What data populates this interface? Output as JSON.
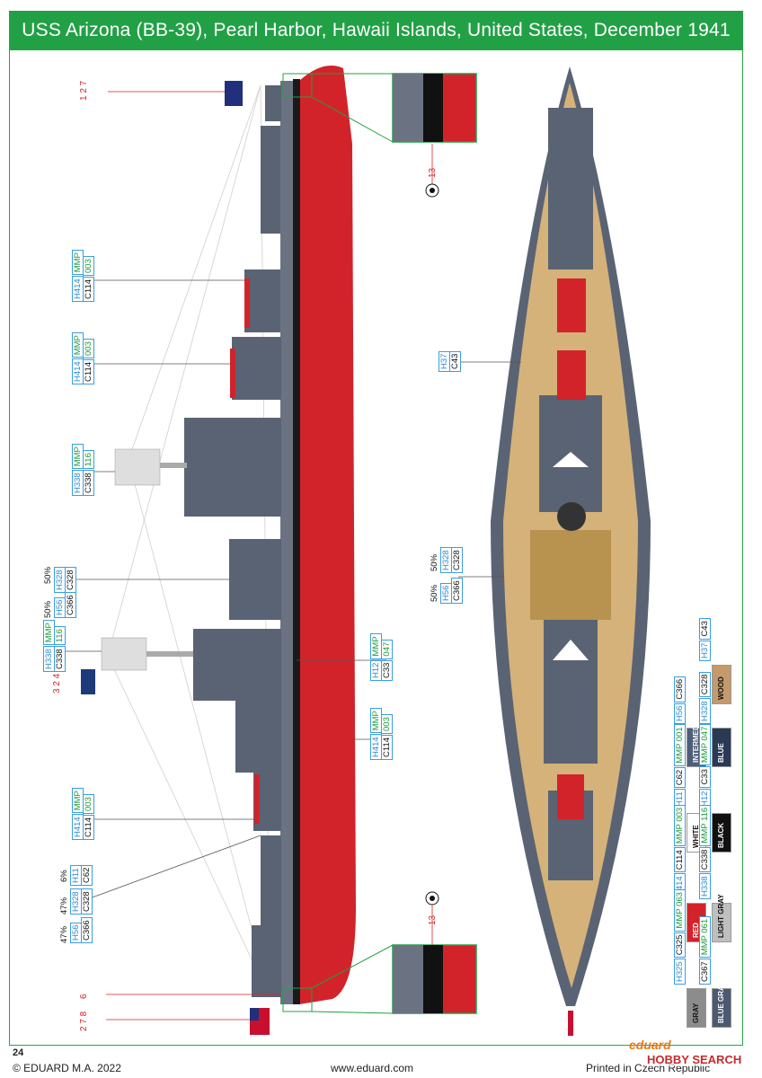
{
  "title": "USS Arizona (BB-39), Pearl Harbor, Hawaii Islands, United States, December 1941",
  "page_number": "24",
  "footer": {
    "copyright": "© EDUARD M.A. 2022",
    "website": "www.eduard.com",
    "printed": "Printed in Czech Republic",
    "brand": "eduard",
    "watermark": "HOBBY SEARCH"
  },
  "callouts": {
    "h414": "H414",
    "c114": "C114",
    "mmp": "MMP",
    "mmp003": "003",
    "h338": "H338",
    "c338": "C338",
    "mmp116": "116",
    "h12": "H12",
    "c33": "C33",
    "mmp047": "047",
    "h37": "H37",
    "c43": "C43",
    "h328": "H328",
    "c328": "C328",
    "h56": "H56",
    "c366": "C366",
    "h11": "H11",
    "c62": "C62",
    "p50a": "50%",
    "p50b": "50%",
    "p50c": "50%",
    "p50d": "50%",
    "p47a": "47%",
    "p47b": "47%",
    "p6": "6%",
    "plus": "+"
  },
  "decal_numbers": {
    "top_left": "1 2 7",
    "flag_mid": "3 2 4",
    "six": "6",
    "bottom_left": "2 7 8",
    "thirteen_top": "13",
    "thirteen_bottom": "13"
  },
  "swatches": [
    {
      "label": "WOOD",
      "color": "#c49a6c",
      "h": "H37",
      "c": "C43",
      "mmp": ""
    },
    {
      "label": "BLUE",
      "color": "#2a3a55",
      "h": "H328",
      "c": "C328",
      "mmp": ""
    },
    {
      "label": "INTERMEDIATE BLUE",
      "color": "#4d5f78",
      "h": "H56",
      "c": "C366",
      "mmp": ""
    },
    {
      "label": "BLACK",
      "color": "#111111",
      "h": "H12",
      "c": "C33",
      "mmp": "MMP 047"
    },
    {
      "label": "WHITE",
      "color": "#ffffff",
      "h": "H11",
      "c": "C62",
      "mmp": "MMP 001"
    },
    {
      "label": "LIGHT GRAY",
      "color": "#bfbfbf",
      "h": "H338",
      "c": "C338",
      "mmp": "MMP 116"
    },
    {
      "label": "RED",
      "color": "#d2232a",
      "h": "H414",
      "c": "C114",
      "mmp": "MMP 003"
    },
    {
      "label": "BLUE GRAY",
      "color": "#4b5a6e",
      "h": "",
      "c": "C367",
      "mmp": "MMP 061"
    },
    {
      "label": "GRAY",
      "color": "#8c8c8c",
      "h": "H325",
      "c": "C325",
      "mmp": "MMP 063"
    }
  ],
  "colors": {
    "hull_red": "#d2232a",
    "deck_gray": "#5a6373",
    "wood": "#d4b27a",
    "accent_green": "#22a046"
  }
}
